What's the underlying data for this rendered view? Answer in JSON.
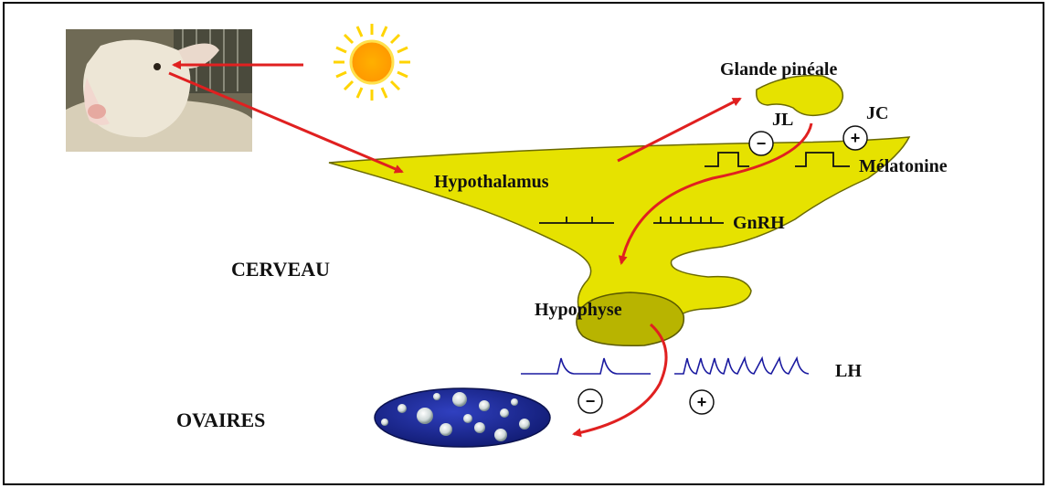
{
  "labels": {
    "pineal": "Glande pinéale",
    "jl": "JL",
    "jc": "JC",
    "hypothalamus": "Hypothalamus",
    "melatonine": "Mélatonine",
    "gnrh": "GnRH",
    "cerveau": "CERVEAU",
    "hypophyse": "Hypophyse",
    "lh": "LH",
    "ovaires": "OVAIRES"
  },
  "signs": {
    "pineal_jl": "−",
    "pineal_jc": "+",
    "lh_jl": "−",
    "lh_jc": "+"
  },
  "colors": {
    "gland_fill": "#e6e200",
    "gland_stroke": "#6b6a00",
    "arrow": "#e02020",
    "pulse_lh": "#1a1aa0",
    "ovary_fill": "#1f2a9a",
    "sun": "#ffcc00"
  },
  "icons": {
    "sheep": "sheep-photo",
    "sun": "sun-icon"
  }
}
